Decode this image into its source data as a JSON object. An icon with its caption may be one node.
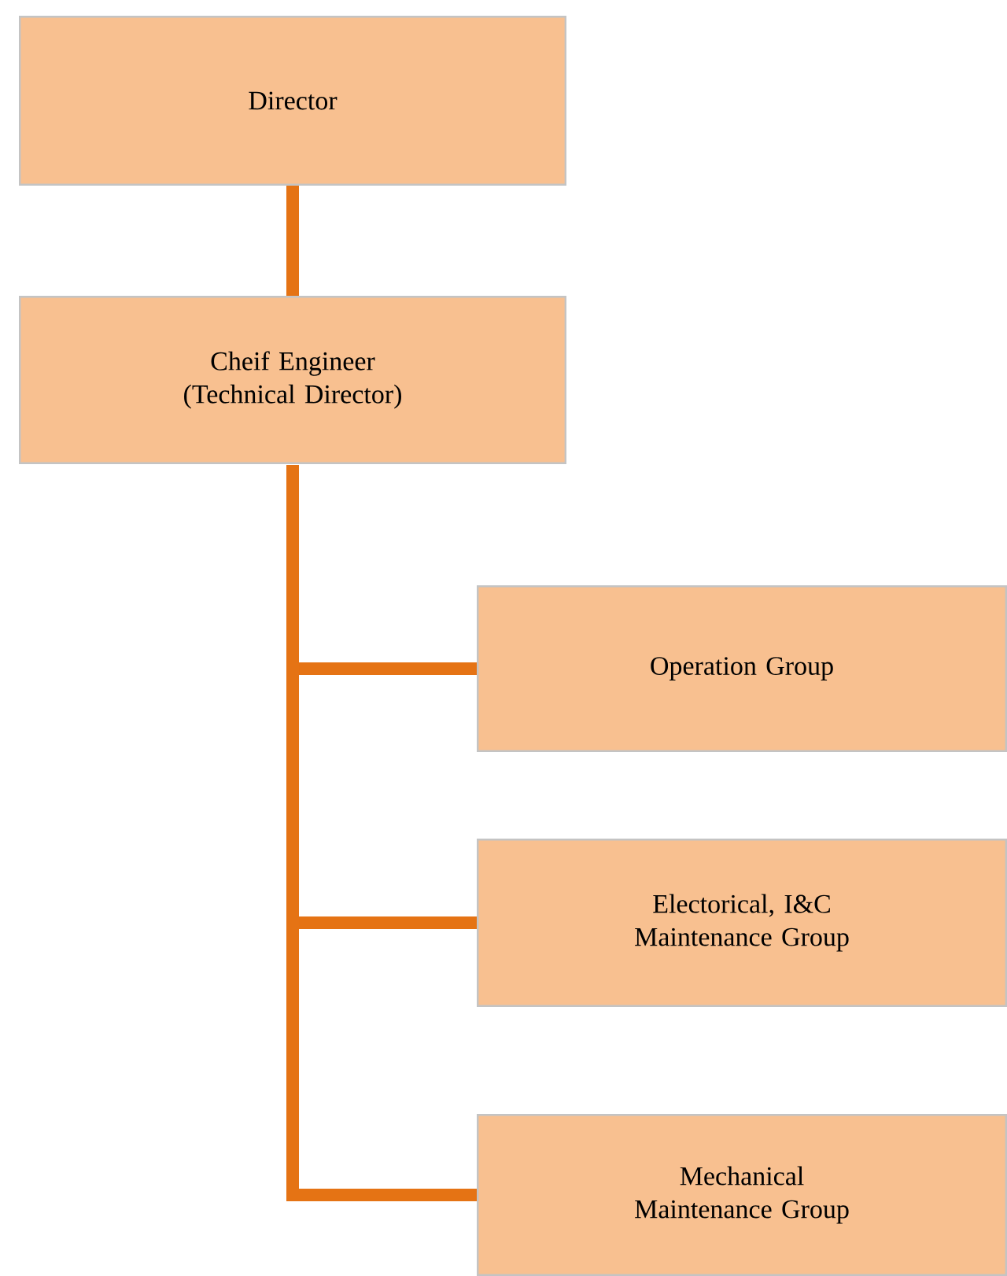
{
  "diagram": {
    "nodes": [
      {
        "text": [
          "Director"
        ]
      },
      {
        "text": [
          "Cheif Engineer (Technical Director)"
        ]
      },
      {
        "text": [
          "Operation Group"
        ]
      },
      {
        "text": [
          "Electorical, I&C Maintenance Group"
        ]
      },
      {
        "text": [
          "Mechanical Maintenance Group"
        ]
      }
    ],
    "edges": [
      {
        "from": 0,
        "to": 1,
        "arrow": "none"
      },
      {
        "from": 1,
        "to": 2,
        "arrow": "none"
      },
      {
        "from": 1,
        "to": 3,
        "arrow": "none"
      },
      {
        "from": 1,
        "to": 4,
        "arrow": "none"
      }
    ]
  }
}
